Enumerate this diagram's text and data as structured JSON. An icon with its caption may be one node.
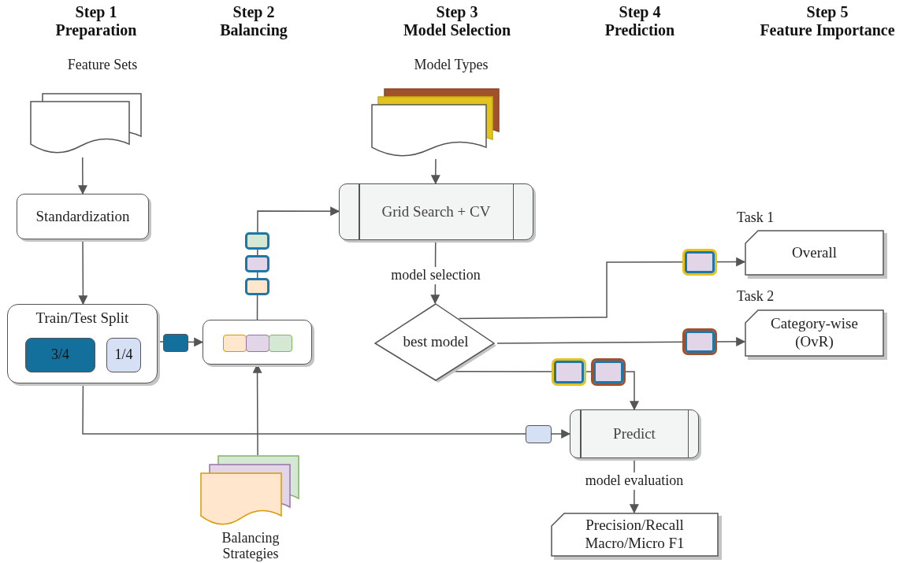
{
  "diagram": {
    "nodes": [
      {
        "text": [
          "Feature Sets"
        ]
      },
      {
        "text": [
          "Standardization"
        ]
      },
      {
        "text": [
          "Train/Test Split"
        ]
      },
      {
        "text": [
          "3/4"
        ],
        "in": 2
      },
      {
        "text": [
          "1/4"
        ],
        "in": 2
      },
      {
        "text": [],
        "shape": "box"
      },
      {
        "text": [
          "Balancing Strategies"
        ]
      },
      {
        "text": [
          "Model Types"
        ]
      },
      {
        "text": [
          "Grid Search + CV"
        ]
      },
      {
        "text": [
          "best model"
        ]
      },
      {
        "text": [
          "Task 1",
          "Overall"
        ]
      },
      {
        "text": [
          "Task 2",
          "Category-wise (OvR)"
        ]
      },
      {
        "text": [
          "Predict"
        ]
      },
      {
        "text": [
          "Precision/Recall Macro/Micro F1"
        ]
      }
    ],
    "edges": [
      {
        "from": 0,
        "to": 1,
        "arrow": "to"
      },
      {
        "from": 1,
        "to": 2,
        "arrow": "to"
      },
      {
        "from": 2,
        "to": 5,
        "arrow": "to"
      },
      {
        "from": 6,
        "to": 5,
        "arrow": "to"
      },
      {
        "from": 5,
        "to": 8,
        "arrow": "to"
      },
      {
        "from": 7,
        "to": 8,
        "arrow": "to"
      },
      {
        "from": 8,
        "to": 9,
        "arrow": "to",
        "label": "model selection"
      },
      {
        "from": 9,
        "to": 10,
        "arrow": "to"
      },
      {
        "from": 9,
        "to": 11,
        "arrow": "to"
      },
      {
        "from": 9,
        "to": 12,
        "arrow": "to"
      },
      {
        "from": 2,
        "to": 12,
        "arrow": "to"
      },
      {
        "from": 12,
        "to": 13,
        "arrow": "to",
        "label": "model evaluation"
      }
    ],
    "labels": [
      "Step 1 Preparation",
      "Step 2 Balancing",
      "Step 3 Model Selection",
      "Step 4 Prediction",
      "Step 5 Feature Importance"
    ]
  }
}
